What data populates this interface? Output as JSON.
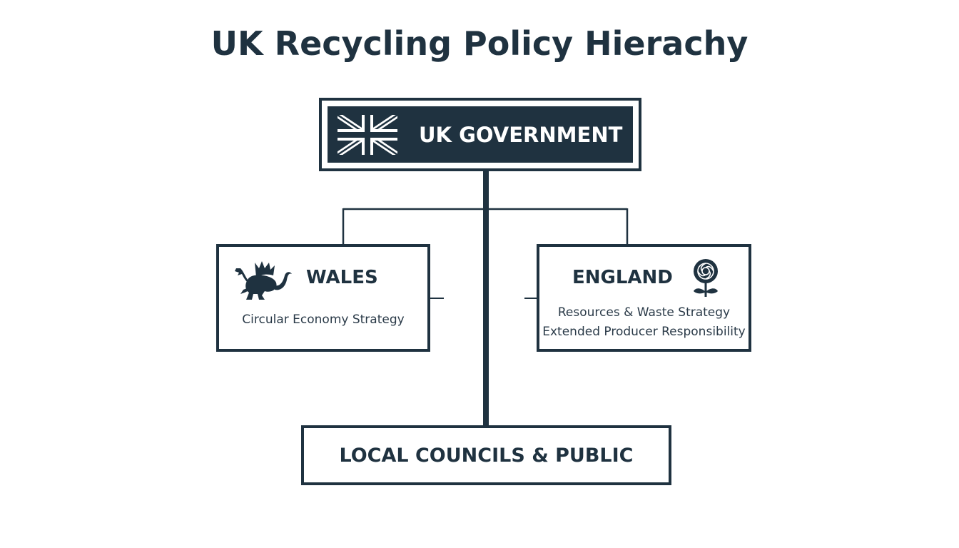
{
  "title": "UK Recycling Policy Hierachy",
  "colors": {
    "primary": "#1f3240",
    "background": "#ffffff",
    "on_primary": "#ffffff"
  },
  "nodes": {
    "uk_government": {
      "label": "UK GOVERNMENT",
      "icon": "union-flag-icon"
    },
    "wales": {
      "label": "WALES",
      "icon": "welsh-dragon-icon",
      "policies": [
        "Circular Economy Strategy"
      ]
    },
    "england": {
      "label": "ENGLAND",
      "icon": "tudor-rose-icon",
      "policies": [
        "Resources & Waste Strategy",
        "Extended Producer Responsibility"
      ]
    },
    "local": {
      "label": "LOCAL COUNCILS & PUBLIC"
    }
  },
  "edges": [
    {
      "from": "uk_government",
      "to": "wales"
    },
    {
      "from": "uk_government",
      "to": "england"
    },
    {
      "from": "uk_government",
      "to": "local"
    }
  ]
}
